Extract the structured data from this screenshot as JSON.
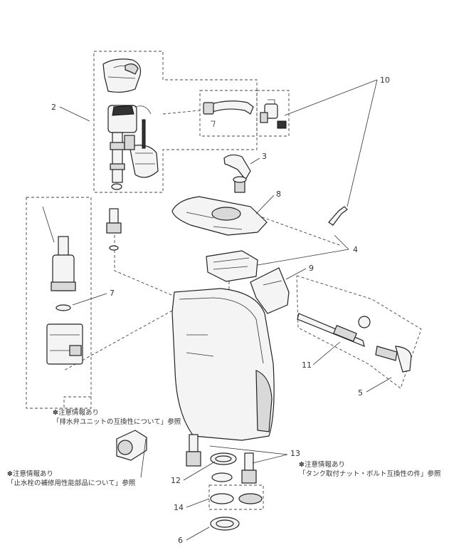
{
  "callouts": [
    {
      "id": "2",
      "label": "2"
    },
    {
      "id": "3",
      "label": "3"
    },
    {
      "id": "4",
      "label": "4"
    },
    {
      "id": "5",
      "label": "5"
    },
    {
      "id": "6",
      "label": "6"
    },
    {
      "id": "7",
      "label": "7"
    },
    {
      "id": "8",
      "label": "8"
    },
    {
      "id": "9",
      "label": "9"
    },
    {
      "id": "10",
      "label": "10"
    },
    {
      "id": "11",
      "label": "11"
    },
    {
      "id": "12",
      "label": "12"
    },
    {
      "id": "13",
      "label": "13"
    },
    {
      "id": "14",
      "label": "14"
    }
  ],
  "notes": {
    "drain_unit": {
      "line1": "✽注意情報あり",
      "line2": "「排水弁ユニットの互換性について」参照"
    },
    "tank_nut": {
      "line1": "✽注意情報あり",
      "line2": "「タンク取付ナット・ボルト互換性の件」参照"
    },
    "stop_valve": {
      "line1": "✽注意情報あり",
      "line2": "「止水栓の補修用性能部品について」参照"
    }
  }
}
